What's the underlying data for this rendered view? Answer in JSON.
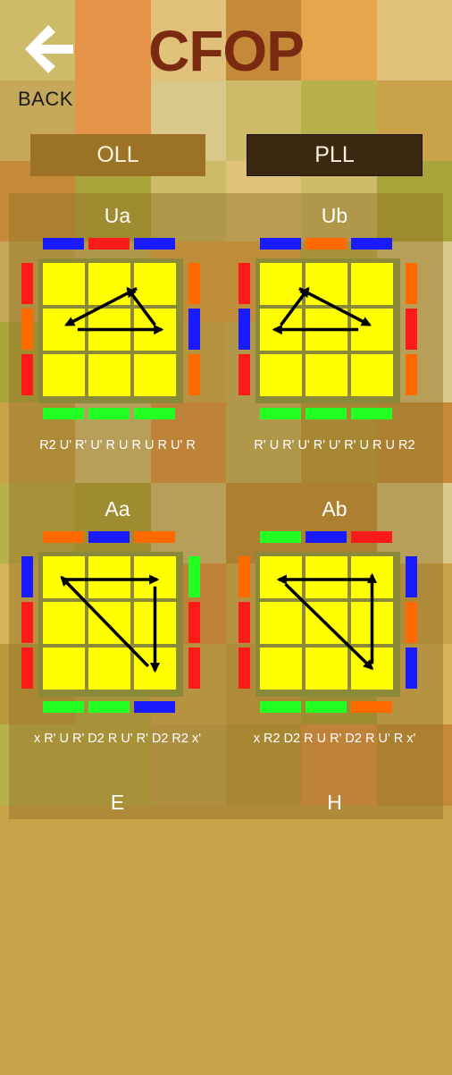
{
  "header": {
    "title": "CFOP",
    "back_label": "BACK"
  },
  "tabs": [
    {
      "label": "OLL",
      "selected": false
    },
    {
      "label": "PLL",
      "selected": true
    }
  ],
  "colors": {
    "yellow": "#ffff00",
    "red": "#ff1a1a",
    "blue": "#1a1aff",
    "orange": "#ff6a00",
    "green": "#22ff22",
    "accent_title": "#7a2a10"
  },
  "cases": [
    {
      "name": "Ua",
      "algorithm": "R2 U' R' U' R U R U R U' R",
      "top": [
        "blue",
        "red",
        "blue"
      ],
      "bottom": [
        "green",
        "green",
        "green"
      ],
      "left": [
        "red",
        "orange",
        "red"
      ],
      "right": [
        "orange",
        "blue",
        "orange"
      ],
      "arrows": "triangle-ccw"
    },
    {
      "name": "Ub",
      "algorithm": "R' U R' U' R' U' R' U R U R2",
      "top": [
        "blue",
        "orange",
        "blue"
      ],
      "bottom": [
        "green",
        "green",
        "green"
      ],
      "left": [
        "red",
        "blue",
        "red"
      ],
      "right": [
        "orange",
        "red",
        "orange"
      ],
      "arrows": "triangle-cw"
    },
    {
      "name": "Aa",
      "algorithm": "x R' U R' D2 R U' R' D2 R2 x'",
      "top": [
        "orange",
        "blue",
        "orange"
      ],
      "bottom": [
        "green",
        "green",
        "blue"
      ],
      "left": [
        "blue",
        "red",
        "red"
      ],
      "right": [
        "green",
        "red",
        "red"
      ],
      "arrows": "corners-a"
    },
    {
      "name": "Ab",
      "algorithm": "x R2 D2 R U R' D2 R U' R x'",
      "top": [
        "green",
        "blue",
        "red"
      ],
      "bottom": [
        "green",
        "green",
        "orange"
      ],
      "left": [
        "orange",
        "red",
        "red"
      ],
      "right": [
        "blue",
        "orange",
        "blue"
      ],
      "arrows": "corners-b"
    },
    {
      "name": "E",
      "algorithm": "",
      "top": [],
      "bottom": [],
      "left": [],
      "right": [],
      "arrows": ""
    },
    {
      "name": "H",
      "algorithm": "",
      "top": [],
      "bottom": [],
      "left": [],
      "right": [],
      "arrows": ""
    }
  ]
}
